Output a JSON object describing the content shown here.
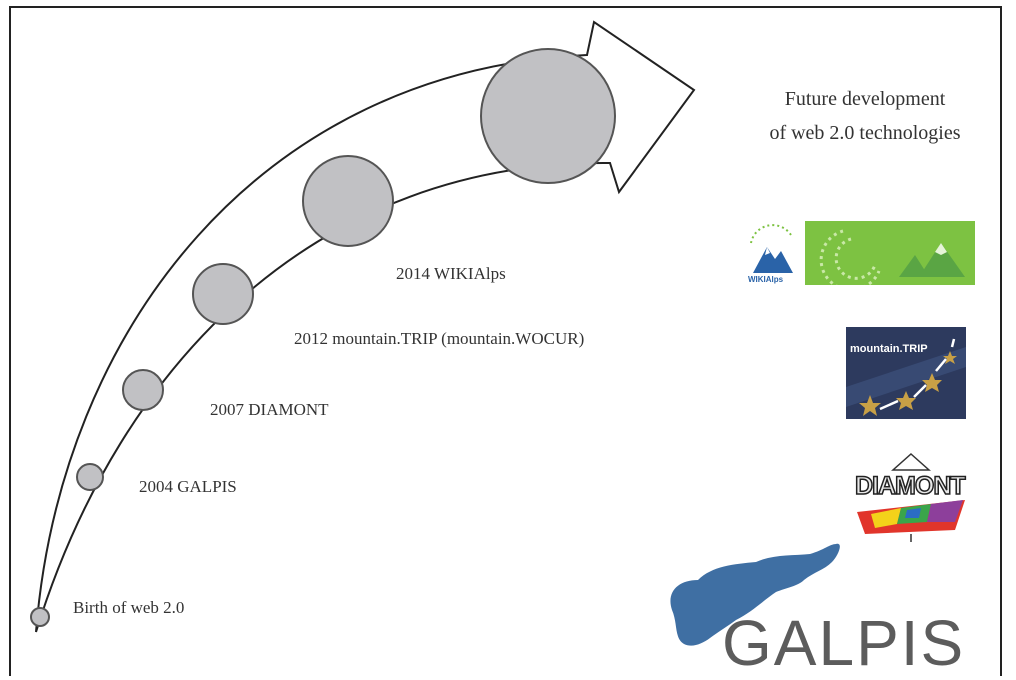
{
  "milestones": [
    {
      "label": "Birth of web 2.0"
    },
    {
      "label": "2004 GALPIS"
    },
    {
      "label": "2007 DIAMONT"
    },
    {
      "label": "2012 mountain.TRIP (mountain.WOCUR)"
    },
    {
      "label": "2014 WIKIAlps"
    }
  ],
  "future": {
    "line1": "Future development",
    "line2": "of web 2.0 technologies"
  },
  "logos": {
    "wikialps": {
      "small_text": "WIKIAlps"
    },
    "mountaintrip": {
      "text": "mountain.TRIP"
    },
    "diamont": {
      "text": "DIAMONT"
    },
    "galpis": {
      "text": "GALPIS"
    }
  },
  "colors": {
    "circle_fill": "#c1c1c4",
    "circle_stroke": "#555555",
    "galpis_blue": "#3f6fa3",
    "wikialps_green": "#7dc242",
    "mountaintrip_bg": "#2d3a5e",
    "star": "#c8a046"
  }
}
